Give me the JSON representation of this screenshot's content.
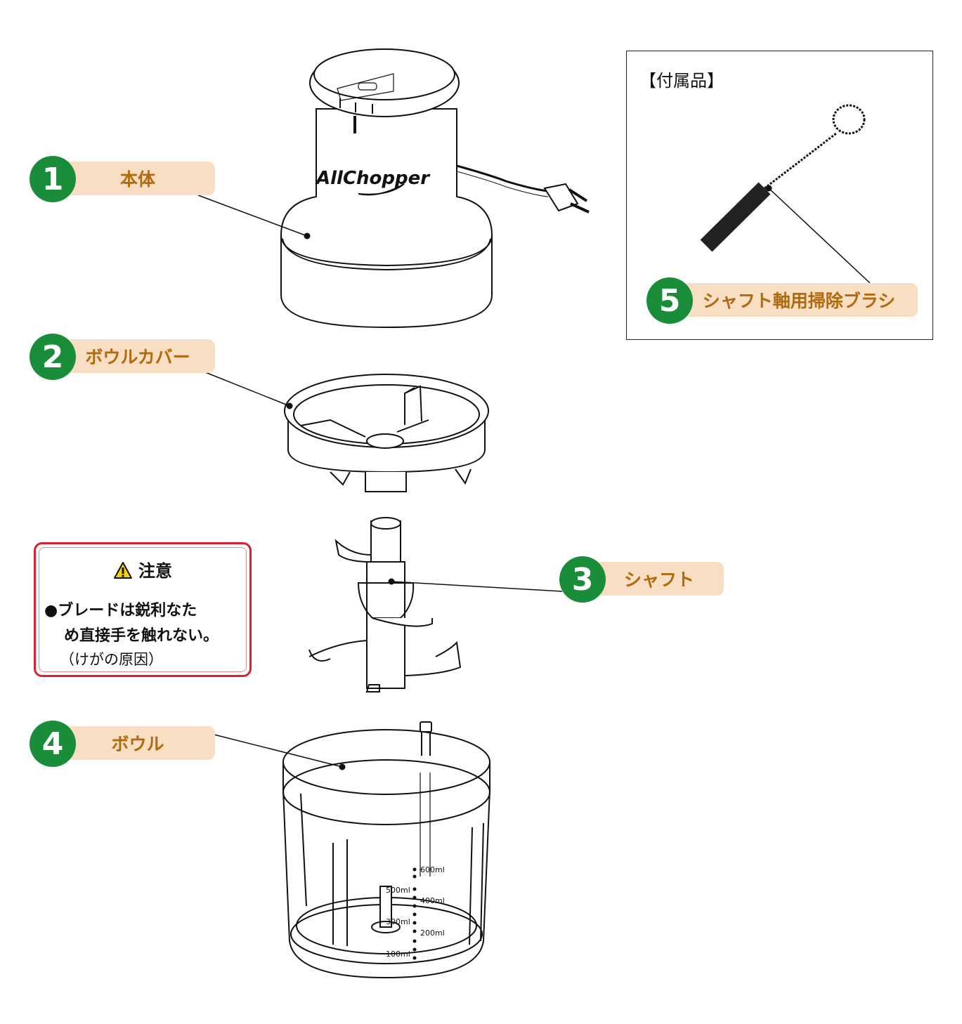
{
  "parts": [
    {
      "number": "1",
      "label": "本体"
    },
    {
      "number": "2",
      "label": "ボウルカバー"
    },
    {
      "number": "3",
      "label": "シャフト"
    },
    {
      "number": "4",
      "label": "ボウル"
    },
    {
      "number": "5",
      "label": "シャフト軸用掃除ブラシ"
    }
  ],
  "accessories": {
    "title": "【付属品】"
  },
  "caution": {
    "title": "注意",
    "line1": "●ブレードは鋭利なた",
    "line2": "め直接手を触れない。",
    "line3": "（けがの原因）"
  },
  "product": {
    "logo_text": "AllChopper"
  },
  "bowl_scale": {
    "marks": [
      "600ml",
      "500ml",
      "400ml",
      "300ml",
      "200ml",
      "100ml"
    ]
  },
  "colors": {
    "badge": "#1a8d3b",
    "label_bg": "#f8dfc3",
    "label_text": "#b06a10",
    "caution": "#d8202f"
  }
}
